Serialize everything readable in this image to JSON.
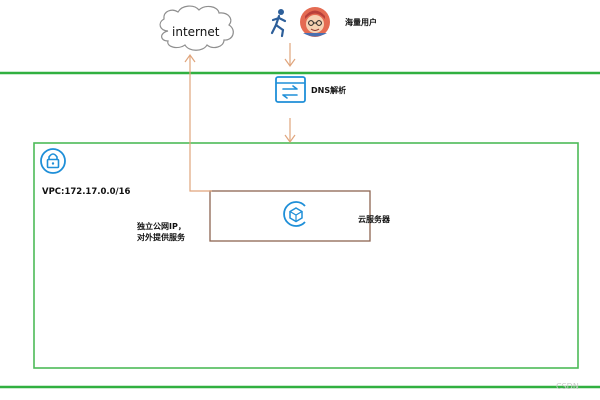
{
  "cloud": {
    "label": "internet"
  },
  "user": {
    "label": "海量用户"
  },
  "dns": {
    "label": "DNS解析"
  },
  "vpc": {
    "label": "VPC:172.17.0.0/16"
  },
  "server": {
    "label": "云服务器"
  },
  "public_ip": {
    "line1": "独立公网IP，",
    "line2": "对外提供服务"
  },
  "watermark": "CSDN",
  "colors": {
    "vpc_band": "#31b040",
    "vpc_box": "#4dbb58",
    "arrow": "#e0a57c",
    "server_border": "#8d6552",
    "icon_blue": "#1f8fd8"
  }
}
